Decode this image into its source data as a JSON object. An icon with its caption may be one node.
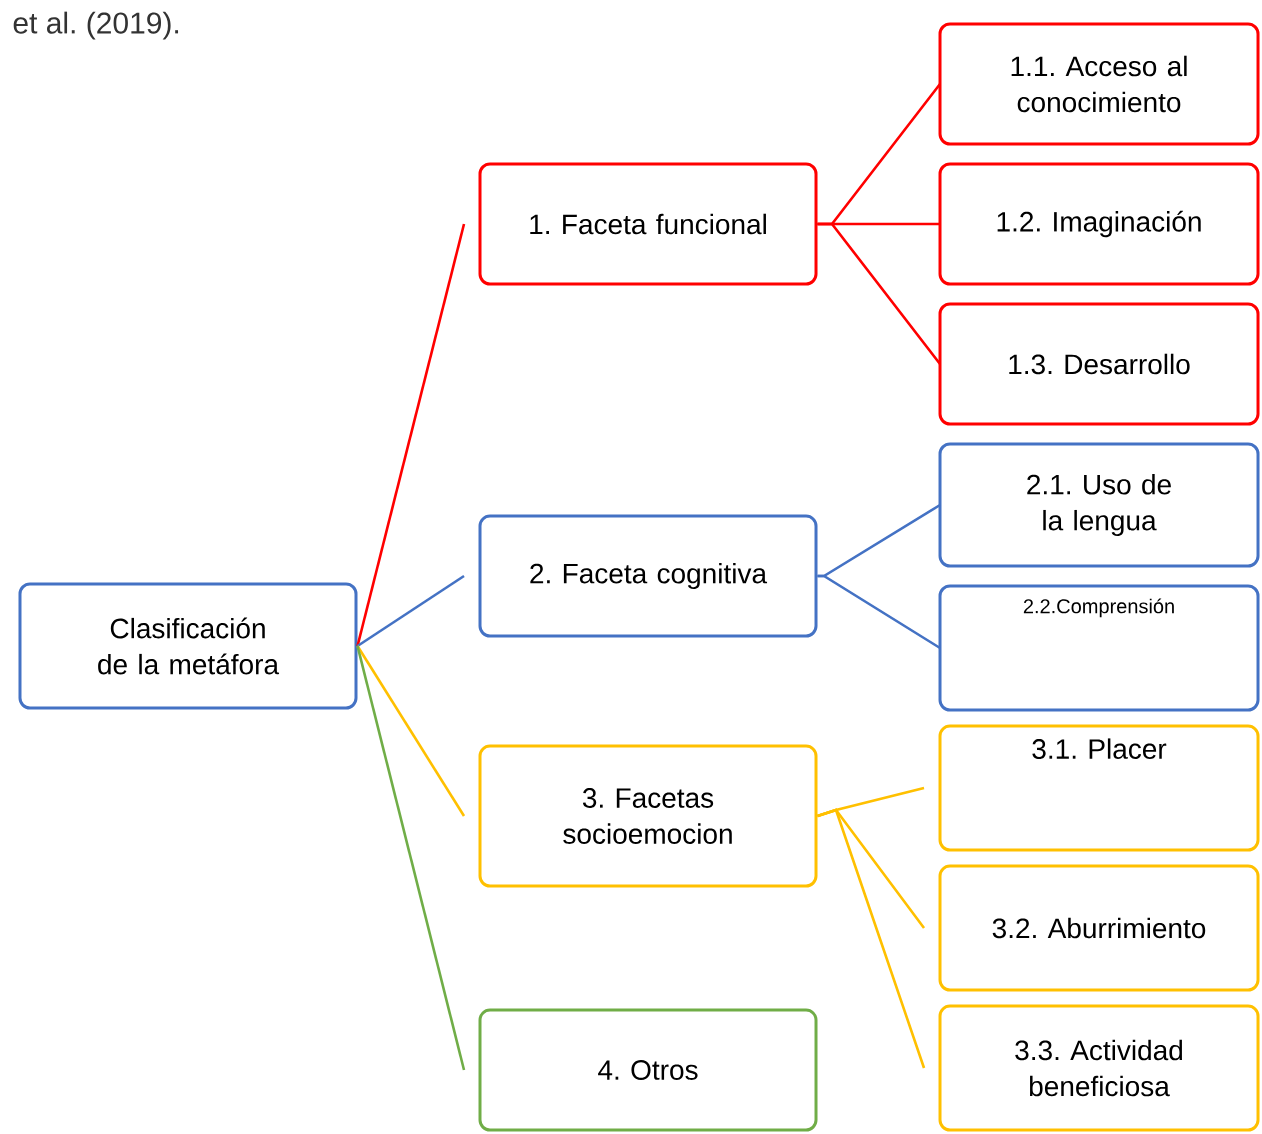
{
  "diagram": {
    "nodes": [
      {
        "text": [
          "Clasificación de la metáfora"
        ]
      },
      {
        "text": [
          "1. Faceta funcional"
        ]
      },
      {
        "text": [
          "2. Faceta cognitiva"
        ]
      },
      {
        "text": [
          "3. Facetas socioemocion"
        ]
      },
      {
        "text": [
          "4. Otros"
        ]
      },
      {
        "text": [
          "1.1. Acceso al conocimiento"
        ]
      },
      {
        "text": [
          "1.2. Imaginación"
        ]
      },
      {
        "text": [
          "1.3. Desarrollo"
        ]
      },
      {
        "text": [
          "2.1. Uso de la lengua"
        ]
      },
      {
        "text": [
          "2.2.Comprensión"
        ]
      },
      {
        "text": [
          "3.1. Placer"
        ]
      },
      {
        "text": [
          "3.2. Aburrimiento"
        ]
      },
      {
        "text": [
          "3.3. Actividad beneficiosa"
        ]
      }
    ],
    "edges": [
      {
        "from": 0,
        "to": 1,
        "arrow": "none",
        "color": "#ff0000"
      },
      {
        "from": 0,
        "to": 2,
        "arrow": "none",
        "color": "#4472c4"
      },
      {
        "from": 0,
        "to": 3,
        "arrow": "none",
        "color": "#ffc000"
      },
      {
        "from": 0,
        "to": 4,
        "arrow": "none",
        "color": "#70ad47"
      },
      {
        "from": 1,
        "to": 5,
        "arrow": "none",
        "color": "#ff0000"
      },
      {
        "from": 1,
        "to": 6,
        "arrow": "none",
        "color": "#ff0000"
      },
      {
        "from": 1,
        "to": 7,
        "arrow": "none",
        "color": "#ff0000"
      },
      {
        "from": 2,
        "to": 8,
        "arrow": "none",
        "color": "#4472c4"
      },
      {
        "from": 2,
        "to": 9,
        "arrow": "none",
        "color": "#4472c4"
      },
      {
        "from": 3,
        "to": 10,
        "arrow": "none",
        "color": "#ffc000"
      },
      {
        "from": 3,
        "to": 11,
        "arrow": "none",
        "color": "#ffc000"
      },
      {
        "from": 3,
        "to": 12,
        "arrow": "none",
        "color": "#ffc000"
      }
    ],
    "labels": [
      "et al. (2019)."
    ]
  }
}
